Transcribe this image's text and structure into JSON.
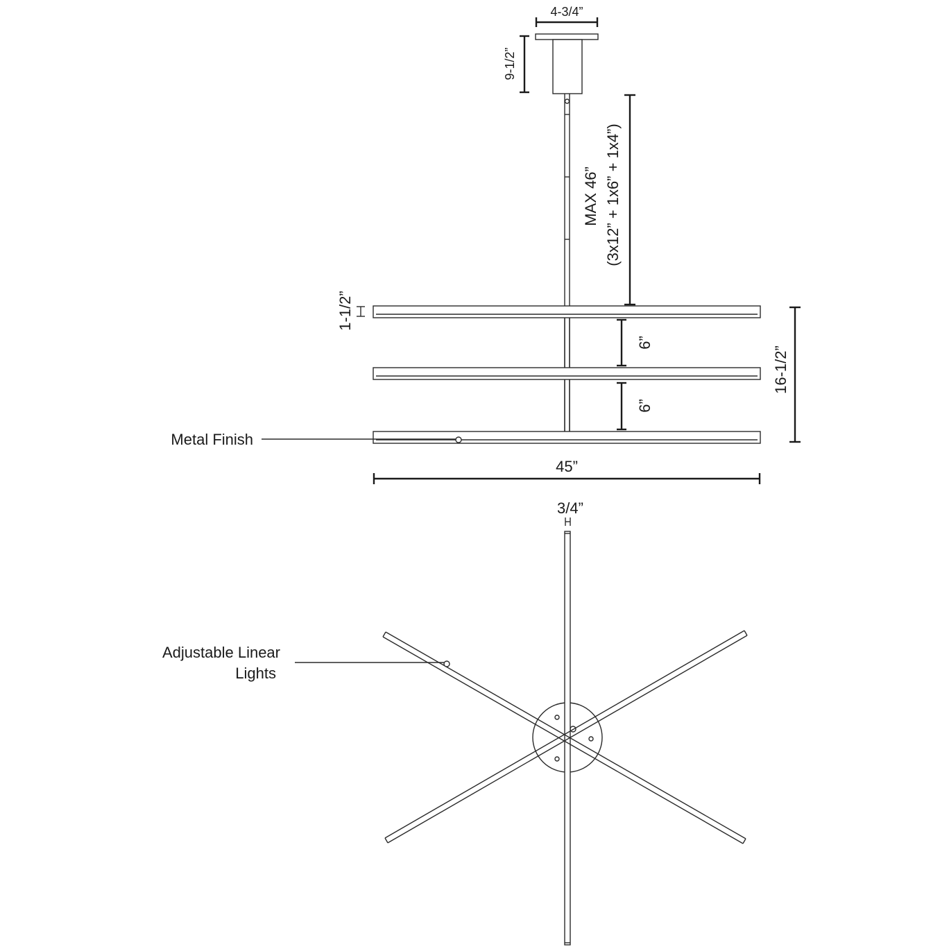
{
  "dimensions": {
    "canopy_width": "4-3/4”",
    "canopy_height": "9-1/2”",
    "max_length": "MAX 46”",
    "max_length_breakdown": "(3x12” + 1x6” + 1x4”)",
    "bar_height": "1-1/2”",
    "spacing_upper": "6”",
    "spacing_lower": "6”",
    "overall_height": "16-1/2”",
    "overall_width": "45”",
    "bar_depth": "3/4”"
  },
  "callouts": {
    "metal_finish": "Metal Finish",
    "linear_lights_line1": "Adjustable Linear",
    "linear_lights_line2": "Lights"
  }
}
